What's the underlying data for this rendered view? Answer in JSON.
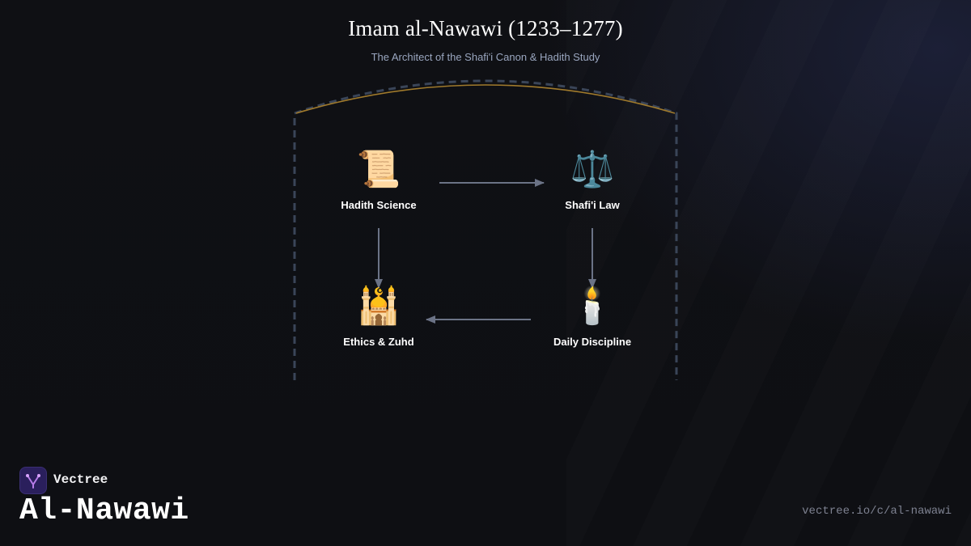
{
  "header": {
    "title": "Imam al-Nawawi (1233–1277)",
    "subtitle": "The Architect of the Shafi'i Canon & Hadith Study"
  },
  "diagram": {
    "nodes": [
      {
        "id": "hadith",
        "icon": "📜",
        "icon_name": "scroll-icon",
        "label": "Hadith Science"
      },
      {
        "id": "law",
        "icon": "⚖️",
        "icon_name": "scales-icon",
        "label": "Shafi'i Law"
      },
      {
        "id": "ethics",
        "icon": "🕌",
        "icon_name": "mosque-icon",
        "label": "Ethics & Zuhd"
      },
      {
        "id": "discipline",
        "icon": "🕯️",
        "icon_name": "candle-icon",
        "label": "Daily Discipline"
      }
    ],
    "edges": [
      {
        "from": "hadith",
        "to": "law"
      },
      {
        "from": "hadith",
        "to": "ethics"
      },
      {
        "from": "law",
        "to": "discipline"
      },
      {
        "from": "discipline",
        "to": "ethics"
      }
    ],
    "colors": {
      "arrow": "#6b7386",
      "frame_dash": "#3a4558",
      "arch_gold": "#a07a2c"
    }
  },
  "footer": {
    "brand": "Vectree",
    "channel": "Al-Nawawi",
    "url": "vectree.io/c/al-nawawi"
  }
}
